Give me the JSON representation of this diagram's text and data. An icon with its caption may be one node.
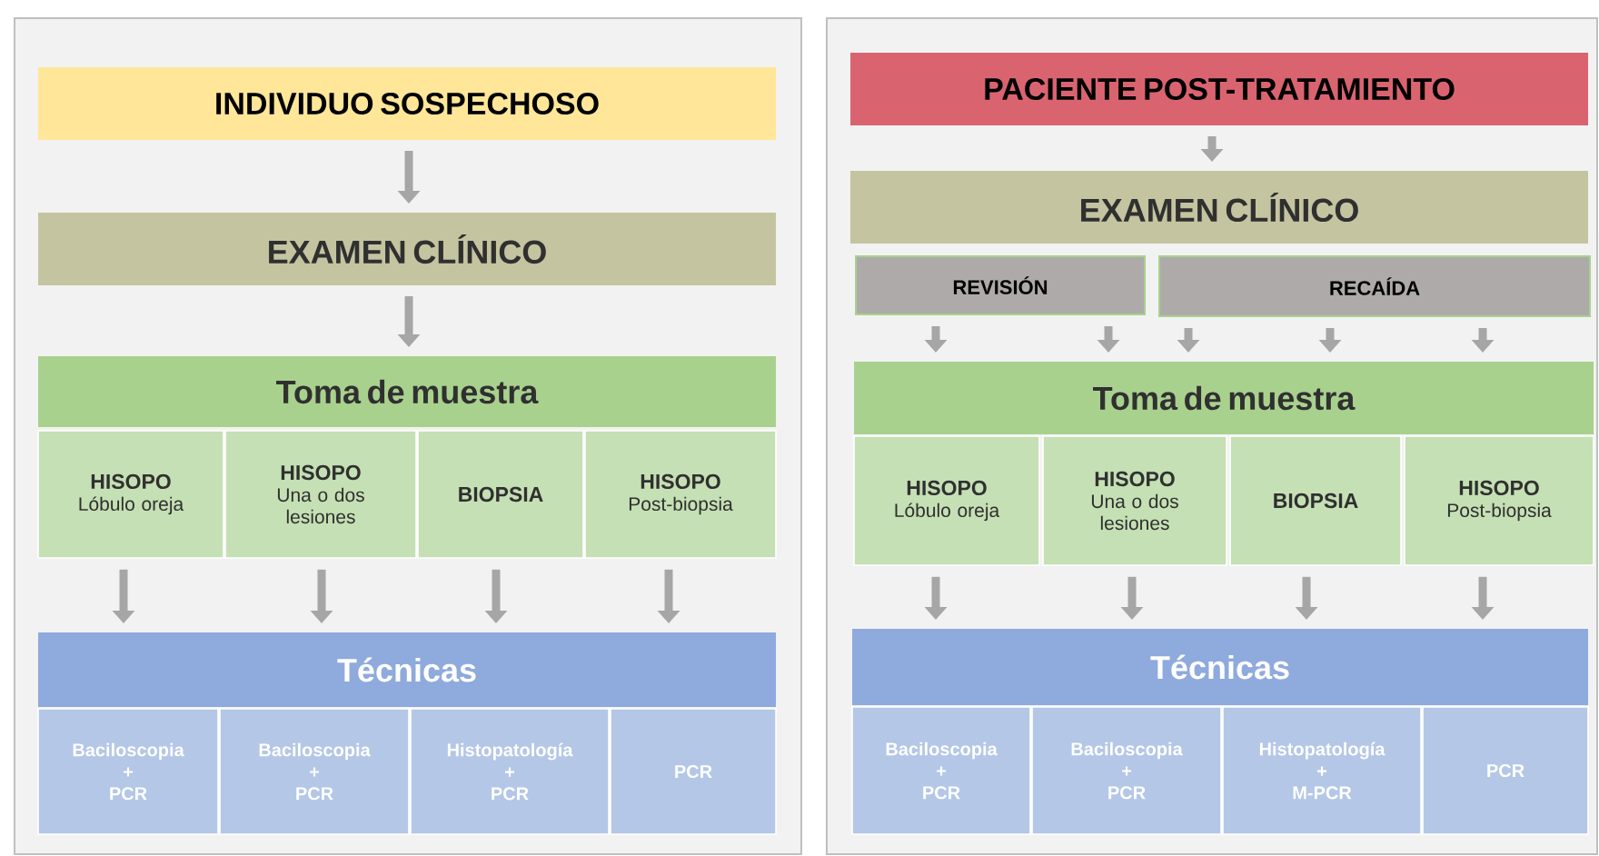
{
  "diagram": {
    "nodes": [
      {
        "text": [],
        "shape": "box"
      },
      {
        "text": [
          "INDIVIDUO SOSPECHOSO"
        ],
        "in": 0
      },
      {
        "text": [
          "EXAMEN CLÍNICO"
        ],
        "in": 0
      },
      {
        "text": [
          "Toma de muestra"
        ],
        "in": 0
      },
      {
        "text": [
          "HISOPO",
          "Lóbulo oreja"
        ],
        "in": 0
      },
      {
        "text": [
          "HISOPO",
          "Una o dos lesiones"
        ],
        "in": 0
      },
      {
        "text": [
          "BIOPSIA"
        ],
        "in": 0
      },
      {
        "text": [
          "HISOPO",
          "Post-biopsia"
        ],
        "in": 0
      },
      {
        "text": [
          "Técnicas"
        ],
        "in": 0
      },
      {
        "text": [
          "Baciloscopia + PCR"
        ],
        "in": 0
      },
      {
        "text": [
          "Baciloscopia + PCR"
        ],
        "in": 0
      },
      {
        "text": [
          "Histopatología + PCR"
        ],
        "in": 0
      },
      {
        "text": [
          "PCR"
        ],
        "in": 0
      },
      {
        "text": [],
        "shape": "box"
      },
      {
        "text": [
          "PACIENTE POST-TRATAMIENTO"
        ],
        "in": 13
      },
      {
        "text": [
          "EXAMEN CLÍNICO"
        ],
        "in": 13
      },
      {
        "text": [
          "REVISIÓN"
        ],
        "in": 13
      },
      {
        "text": [
          "RECAÍDA"
        ],
        "in": 13
      },
      {
        "text": [
          "Toma de muestra"
        ],
        "in": 13
      },
      {
        "text": [
          "HISOPO",
          "Lóbulo oreja"
        ],
        "in": 13
      },
      {
        "text": [
          "HISOPO",
          "Una o dos lesiones"
        ],
        "in": 13
      },
      {
        "text": [
          "BIOPSIA"
        ],
        "in": 13
      },
      {
        "text": [
          "HISOPO",
          "Post-biopsia"
        ],
        "in": 13
      },
      {
        "text": [
          "Técnicas"
        ],
        "in": 13
      },
      {
        "text": [
          "Baciloscopia + PCR"
        ],
        "in": 13
      },
      {
        "text": [
          "Baciloscopia + PCR"
        ],
        "in": 13
      },
      {
        "text": [
          "Histopatología + M-PCR"
        ],
        "in": 13
      },
      {
        "text": [
          "PCR"
        ],
        "in": 13
      }
    ],
    "edges": [
      {
        "from": 1,
        "to": 2,
        "arrow": "to"
      },
      {
        "from": 2,
        "to": 3,
        "arrow": "to"
      },
      {
        "from": 4,
        "to": 8,
        "arrow": "to"
      },
      {
        "from": 5,
        "to": 8,
        "arrow": "to"
      },
      {
        "from": 6,
        "to": 8,
        "arrow": "to"
      },
      {
        "from": 7,
        "to": 8,
        "arrow": "to"
      },
      {
        "from": 14,
        "to": 15,
        "arrow": "to"
      },
      {
        "from": 16,
        "to": 18,
        "arrow": "to"
      },
      {
        "from": 16,
        "to": 18,
        "arrow": "to"
      },
      {
        "from": 17,
        "to": 18,
        "arrow": "to"
      },
      {
        "from": 17,
        "to": 18,
        "arrow": "to"
      },
      {
        "from": 17,
        "to": 18,
        "arrow": "to"
      },
      {
        "from": 19,
        "to": 23,
        "arrow": "to"
      },
      {
        "from": 20,
        "to": 23,
        "arrow": "to"
      },
      {
        "from": 21,
        "to": 23,
        "arrow": "to"
      },
      {
        "from": 22,
        "to": 23,
        "arrow": "to"
      }
    ]
  }
}
